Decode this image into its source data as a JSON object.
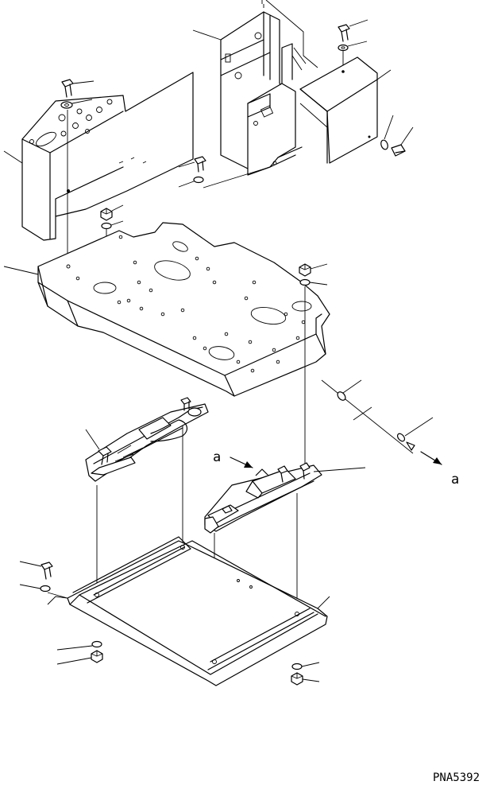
{
  "diagram": {
    "drawing_code": "PNA5392",
    "view_marker_label": "a",
    "view_arrow_label": "a"
  }
}
